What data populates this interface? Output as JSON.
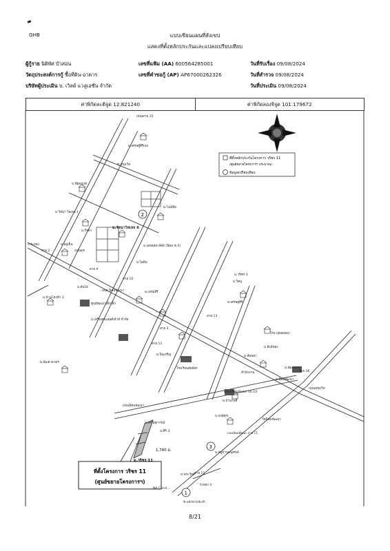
{
  "header": {
    "org": "GHB",
    "title_line1": "แบบเขียนแผนที่สังเขป",
    "title_line2": "แสดงที่ตั้งหลักประกันและแปลงเปรียบเทียบ",
    "applicant_label": "ผู้กู้ราย",
    "applicant_value": "นิติพัศ บัวสอน",
    "purpose_label": "วัตถุประสงค์การกู้",
    "purpose_value": "ซื้อที่ดิน-อาคาร",
    "appraiser_label": "บริษัทผู้ประเมิน",
    "appraiser_value": "บ. เวิลด์ แวลูเอชั่น จำกัด",
    "file_no_label": "เลขที่แฟ้ม (AA)",
    "file_no_value": "600564285001",
    "request_no_label": "เลขที่คำขอกู้ (AP)",
    "request_no_value": "AP67000262326",
    "received_label": "วันที่รับเรื่อง",
    "received_value": "09/08/2024",
    "survey_label": "วันที่สำรวจ",
    "survey_value": "09/08/2024",
    "appraisal_label": "วันที่ประเมิน",
    "appraisal_value": "09/08/2024"
  },
  "coordinates": {
    "latitude_text": "ค่าพิกัดละติจูด 12.821240",
    "longitude_text": "ค่าพิกัดลองจิจูด 101.179672"
  },
  "legend": {
    "item1_line1": "ที่ตั้งหลักประกันโครงการ วริชร 11",
    "item1_line2": "(ศูนย์ขยายโครงการฯ ประมาณ)",
    "item2": "ข้อมูลเปรียบเทียบ"
  },
  "map": {
    "subject_line1": "ที่ตั้งโครงการ วริชร 11",
    "subject_line2": "(ศูนย์ขยายโครงการฯ)",
    "subject_soi": "ม.วริชร 11",
    "distance": "1,780 ม.",
    "comp1": "1",
    "comp2": "2",
    "comp3": "3",
    "labels": {
      "road_top": "ถนนสาย 15",
      "l_setthasiri": "ม.เศรษฐ์ศิริเฮง",
      "l_soi_sukhumvit": "ซ.สุขุมวิท",
      "l_chaiyaphruek": "ม.ชัยพฤกษ์",
      "l_meechai": "ม.โนมีชัย",
      "l_wisana": "ม.วิสนา วิลเลจ 1",
      "l_krisda": "ม.กิรดา",
      "l_rattana": "ม.รัตนาวิลเลจ 6",
      "l_yusuk": "ม.อยู่เย็น",
      "l_house": "แสนสุข",
      "l_rayong": "ถ.ระยอง",
      "l_road2": "สาย 2",
      "l_baanglong": "ม.บ้านโลงฟ้า 2",
      "l_deeville": "ม.เดอลอฟ 888 (นิคม ซ.4)",
      "l_nicom": "ม.ไอดีน",
      "l_sai9": "สาย 9",
      "l_sai10": "สาย 10",
      "l_phatthana": "อบต.นิคมพัฒนา",
      "l_sutthiphan": "ศูนย์พัฒนาเด็กเล็ก",
      "l_sermsin": "ม.เสรมสิริ",
      "l_tree": "ม.ต้นไม้",
      "l_sermsuk": "ม.เสริมสุขแลนด์เฮ้าส์ จำกัด",
      "l_sai3": "สาย 3",
      "l_charoen": "ม.ปิ่นเจริญ",
      "l_school": "โรงเรียนอัยย์ธร",
      "l_witsanu": "ม.วิศนุ",
      "l_sai11": "สาย 11",
      "l_sai13": "สาย 13",
      "l_setthasiri2": "ม.เศรษฐศิริ",
      "l_wareeporn": "ม.วริชร 3",
      "l_pattaya": "ม.พัฒยาอาดร",
      "l_pludthong": "โรง.ปลอดทอง",
      "l_sapphaya": "ม.สัพพยา",
      "l_sapphaya2": "ม.สิงห์ทอง",
      "l_phatthanakorn": "ม.พัฒนากร",
      "l_nicompatthana": "อ.นิคมพัฒนา",
      "l_market": "ตลาดนิคมพัฒนา กม.10",
      "l_banpho": "ม.บ้านโพธิ์",
      "l_phongsuk": "ม.พงษ์สุข",
      "l_sukhumvit": "ถนนสุขุมวิท",
      "l_samnak": "สำนักงาน",
      "l_setthakan": "ม.เศรษฐการณ์",
      "l_siri": "ม.ศิริ 3",
      "l_nicomroad": "ถนนนิคมพัฒนา",
      "l_sai36": "สาย 36",
      "l_sai11b": "สาย 11",
      "l_phrawit": "ม.พระวิทย์",
      "l_rayong3": "ระยอง 3",
      "l_muban": "ม.หมู่บ้านอนุสรณ์",
      "l_saphan": "ถนนนิคมพัฒนา สาย 11",
      "l_wat": "วัดนิคมพัฒนา",
      "l_bottom1": "NA Cond...",
      "l_bottom2": "ซ.แยกมาบชะล้า"
    }
  },
  "footer": {
    "page": "8/21"
  }
}
